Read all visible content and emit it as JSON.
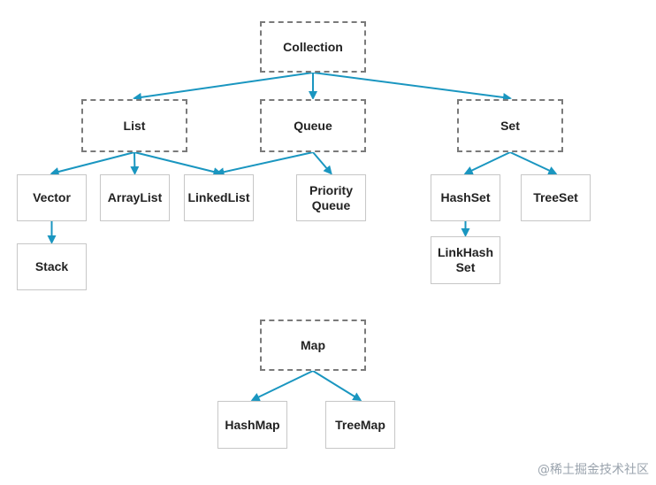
{
  "diagram": {
    "nodes": [
      {
        "id": "collection",
        "label": "Collection",
        "kind": "interface"
      },
      {
        "id": "list",
        "label": "List",
        "kind": "interface"
      },
      {
        "id": "queue",
        "label": "Queue",
        "kind": "interface"
      },
      {
        "id": "set",
        "label": "Set",
        "kind": "interface"
      },
      {
        "id": "vector",
        "label": "Vector",
        "kind": "class"
      },
      {
        "id": "arraylist",
        "label": "ArrayList",
        "kind": "class"
      },
      {
        "id": "linkedlist",
        "label": "LinkedList",
        "kind": "class"
      },
      {
        "id": "priorityqueue",
        "label": "Priority\nQueue",
        "kind": "class"
      },
      {
        "id": "hashset",
        "label": "HashSet",
        "kind": "class"
      },
      {
        "id": "treeset",
        "label": "TreeSet",
        "kind": "class"
      },
      {
        "id": "stack",
        "label": "Stack",
        "kind": "class"
      },
      {
        "id": "linkhashset",
        "label": "LinkHash\nSet",
        "kind": "class"
      },
      {
        "id": "map",
        "label": "Map",
        "kind": "interface"
      },
      {
        "id": "hashmap",
        "label": "HashMap",
        "kind": "class"
      },
      {
        "id": "treemap",
        "label": "TreeMap",
        "kind": "class"
      }
    ],
    "edges": [
      {
        "from": "collection",
        "to": "list"
      },
      {
        "from": "collection",
        "to": "queue"
      },
      {
        "from": "collection",
        "to": "set"
      },
      {
        "from": "list",
        "to": "vector"
      },
      {
        "from": "list",
        "to": "arraylist"
      },
      {
        "from": "list",
        "to": "linkedlist"
      },
      {
        "from": "queue",
        "to": "linkedlist"
      },
      {
        "from": "queue",
        "to": "priorityqueue"
      },
      {
        "from": "set",
        "to": "hashset"
      },
      {
        "from": "set",
        "to": "treeset"
      },
      {
        "from": "vector",
        "to": "stack"
      },
      {
        "from": "hashset",
        "to": "linkhashset"
      },
      {
        "from": "map",
        "to": "hashmap"
      },
      {
        "from": "map",
        "to": "treemap"
      }
    ]
  },
  "watermark": "@稀土掘金技术社区",
  "colors": {
    "arrow": "#1a96c0",
    "dashed_border": "#7a7a7a",
    "solid_border": "#c8c8c8",
    "text": "#222222"
  }
}
